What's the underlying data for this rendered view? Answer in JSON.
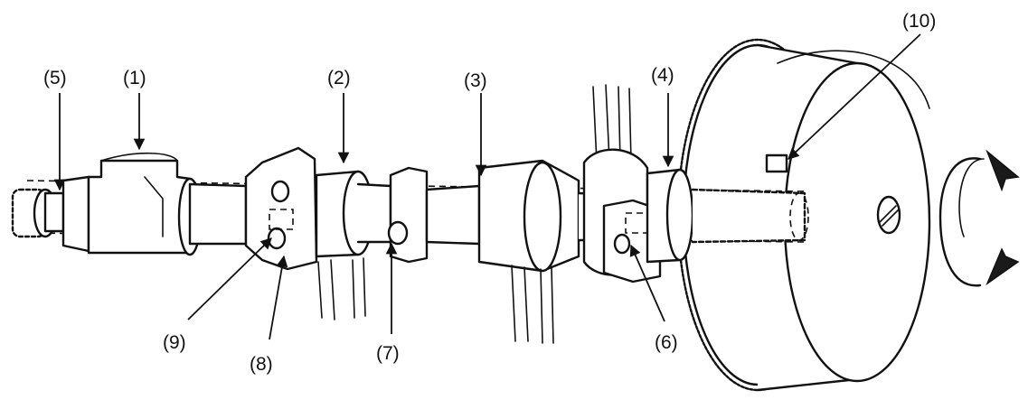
{
  "callouts": [
    {
      "id": "1",
      "label": "(1)"
    },
    {
      "id": "2",
      "label": "(2)"
    },
    {
      "id": "3",
      "label": "(3)"
    },
    {
      "id": "4",
      "label": "(4)"
    },
    {
      "id": "5",
      "label": "(5)"
    },
    {
      "id": "6",
      "label": "(6)"
    },
    {
      "id": "7",
      "label": "(7)"
    },
    {
      "id": "8",
      "label": "(8)"
    },
    {
      "id": "9",
      "label": "(9)"
    },
    {
      "id": "10",
      "label": "(10)"
    }
  ],
  "rotation_symbol": "rotation-arrows-icon",
  "colors": {
    "line": "#111111",
    "background": "#ffffff"
  }
}
